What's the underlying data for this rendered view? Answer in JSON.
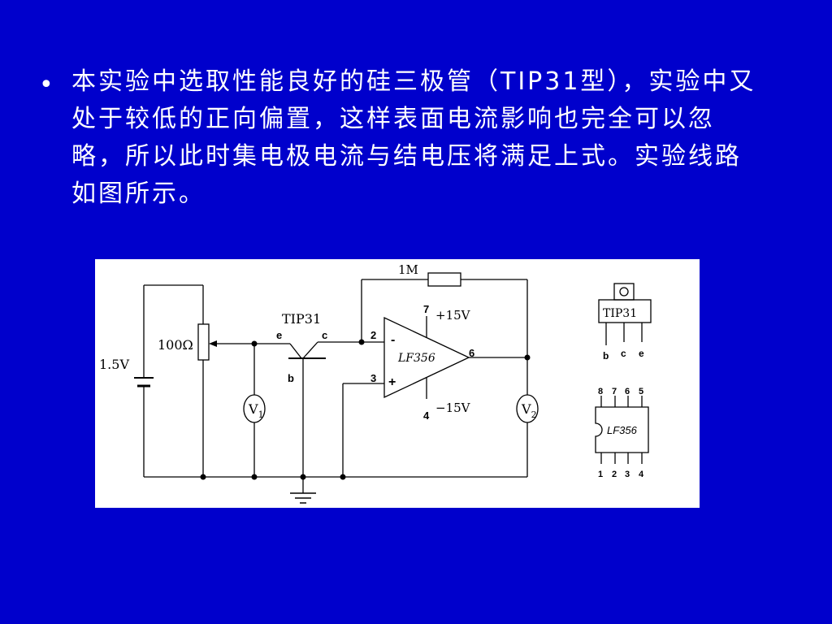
{
  "slide": {
    "bullet": "•",
    "paragraph": "本实验中选取性能良好的硅三极管（TIP31型），实验中又处于较低的正向偏置，这样表面电流影响也完全可以忽略，所以此时集电极电流与结电压将满足上式。实验线路如图所示。"
  },
  "circuit": {
    "battery_label": "1.5V",
    "pot_label": "100Ω",
    "transistor_label": "TIP31",
    "emitter_label": "e",
    "collector_label": "c",
    "base_label": "b",
    "feedback_resistor_label": "1M",
    "opamp_label": "LF356",
    "pin2": "2",
    "pin3": "3",
    "pin4": "4",
    "pin6": "6",
    "pin7": "7",
    "minus_sign": "-",
    "plus_sign": "+",
    "vplus_label": "+15V",
    "vminus_label": "−15V",
    "v1_main": "V",
    "v1_sub": "1",
    "v2_main": "V",
    "v2_sub": "2"
  },
  "tip31_package": {
    "label": "TIP31",
    "pins": [
      "b",
      "c",
      "e"
    ]
  },
  "lf356_package": {
    "label": "LF356",
    "top_pins": [
      "8",
      "7",
      "6",
      "5"
    ],
    "bottom_pins": [
      "1",
      "2",
      "3",
      "4"
    ]
  }
}
